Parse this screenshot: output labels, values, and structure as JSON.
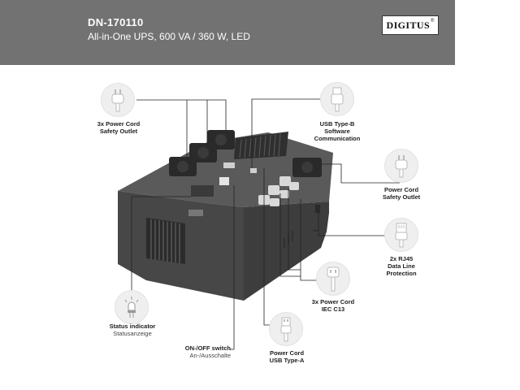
{
  "header": {
    "product_code": "DN-170110",
    "product_desc": "All-in-One UPS, 600 VA / 360 W, LED",
    "brand_logo": "DIGITUS"
  },
  "callouts": {
    "power_outlets": {
      "line1": "3x Power Cord",
      "line2": "Safety Outlet",
      "icon": "power-plug-icon"
    },
    "usb_b": {
      "line1": "USB Type-B",
      "line2": "Software",
      "line3": "Communication",
      "icon": "usb-b-plug-icon"
    },
    "power_cord_outlet": {
      "line1": "Power Cord",
      "line2": "Safety Outlet",
      "icon": "power-plug-icon"
    },
    "rj45": {
      "line1": "2x RJ45",
      "line2": "Data Line",
      "line3": "Protection",
      "icon": "rj45-plug-icon"
    },
    "iec_c13": {
      "line1": "3x Power Cord",
      "line2": "IEC C13",
      "icon": "iec-c13-plug-icon"
    },
    "status": {
      "line1": "Status indicator",
      "line2": "Statusanzeige",
      "icon": "led-bulb-icon"
    },
    "onoff": {
      "line1": "ON-/OFF switch",
      "line2": "An-/Ausschalte"
    },
    "usb_a": {
      "line1": "Power Cord",
      "line2": "USB Type-A",
      "icon": "usb-a-plug-icon"
    }
  },
  "colors": {
    "header_bg": "#727272",
    "ups_body": "#4a4a4a",
    "icon_bg": "#efefef",
    "callout_line": "#222222"
  }
}
